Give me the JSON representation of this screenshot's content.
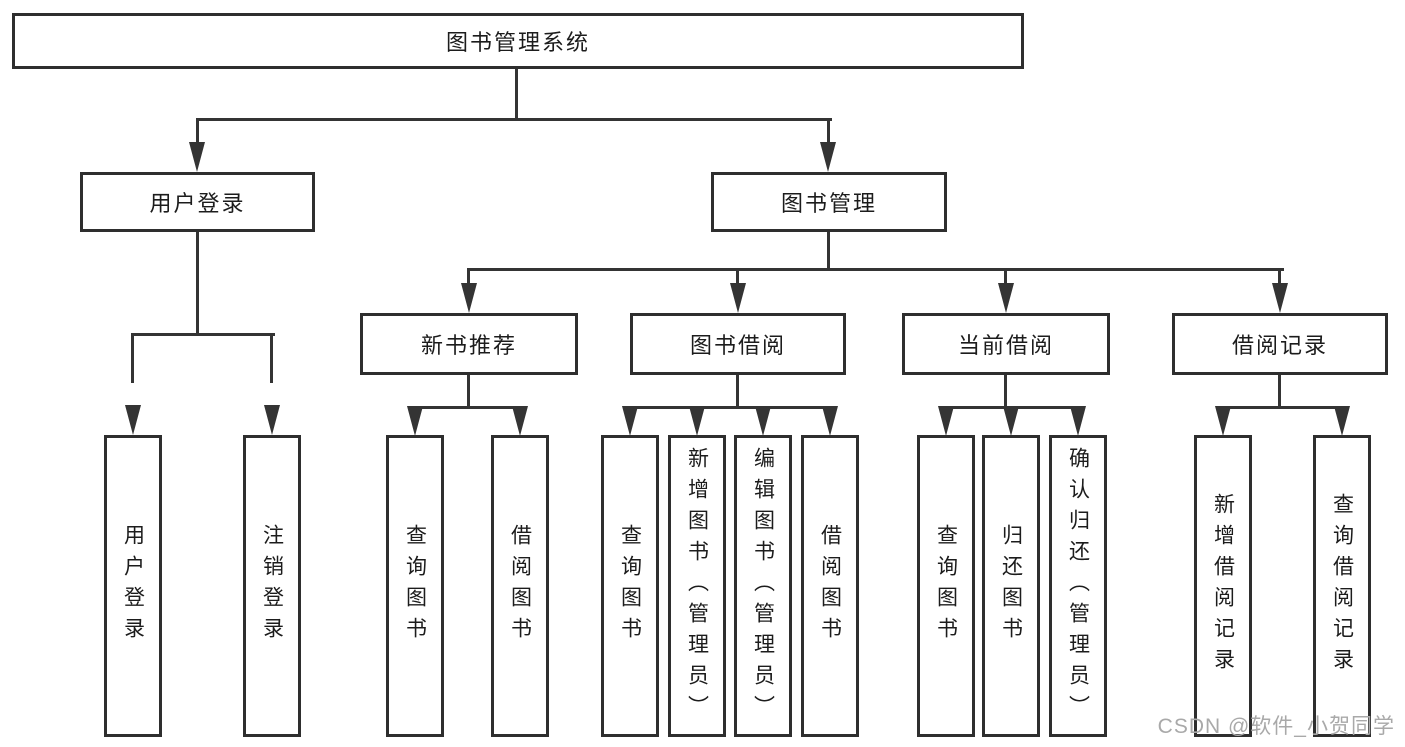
{
  "colors": {
    "line": "#343434",
    "box-border": "#2e2e2e",
    "text": "#1c1c1c",
    "watermark": "#a9a9a9",
    "bg": "#ffffff"
  },
  "tree": {
    "root": {
      "label": "图书管理系统"
    },
    "branches": [
      {
        "label": "用户登录",
        "children": [
          "用户登录",
          "注销登录"
        ]
      },
      {
        "label": "图书管理",
        "sections": [
          {
            "label": "新书推荐",
            "children": [
              "查询图书",
              "借阅图书"
            ]
          },
          {
            "label": "图书借阅",
            "children": [
              "查询图书",
              "新增图书（管理员）",
              "编辑图书（管理员）",
              "借阅图书"
            ]
          },
          {
            "label": "当前借阅",
            "children": [
              "查询图书",
              "归还图书",
              "确认归还（管理员）"
            ]
          },
          {
            "label": "借阅记录",
            "children": [
              "新增借阅记录",
              "查询借阅记录"
            ]
          }
        ]
      }
    ]
  },
  "watermark": "CSDN @软件_小贺同学"
}
